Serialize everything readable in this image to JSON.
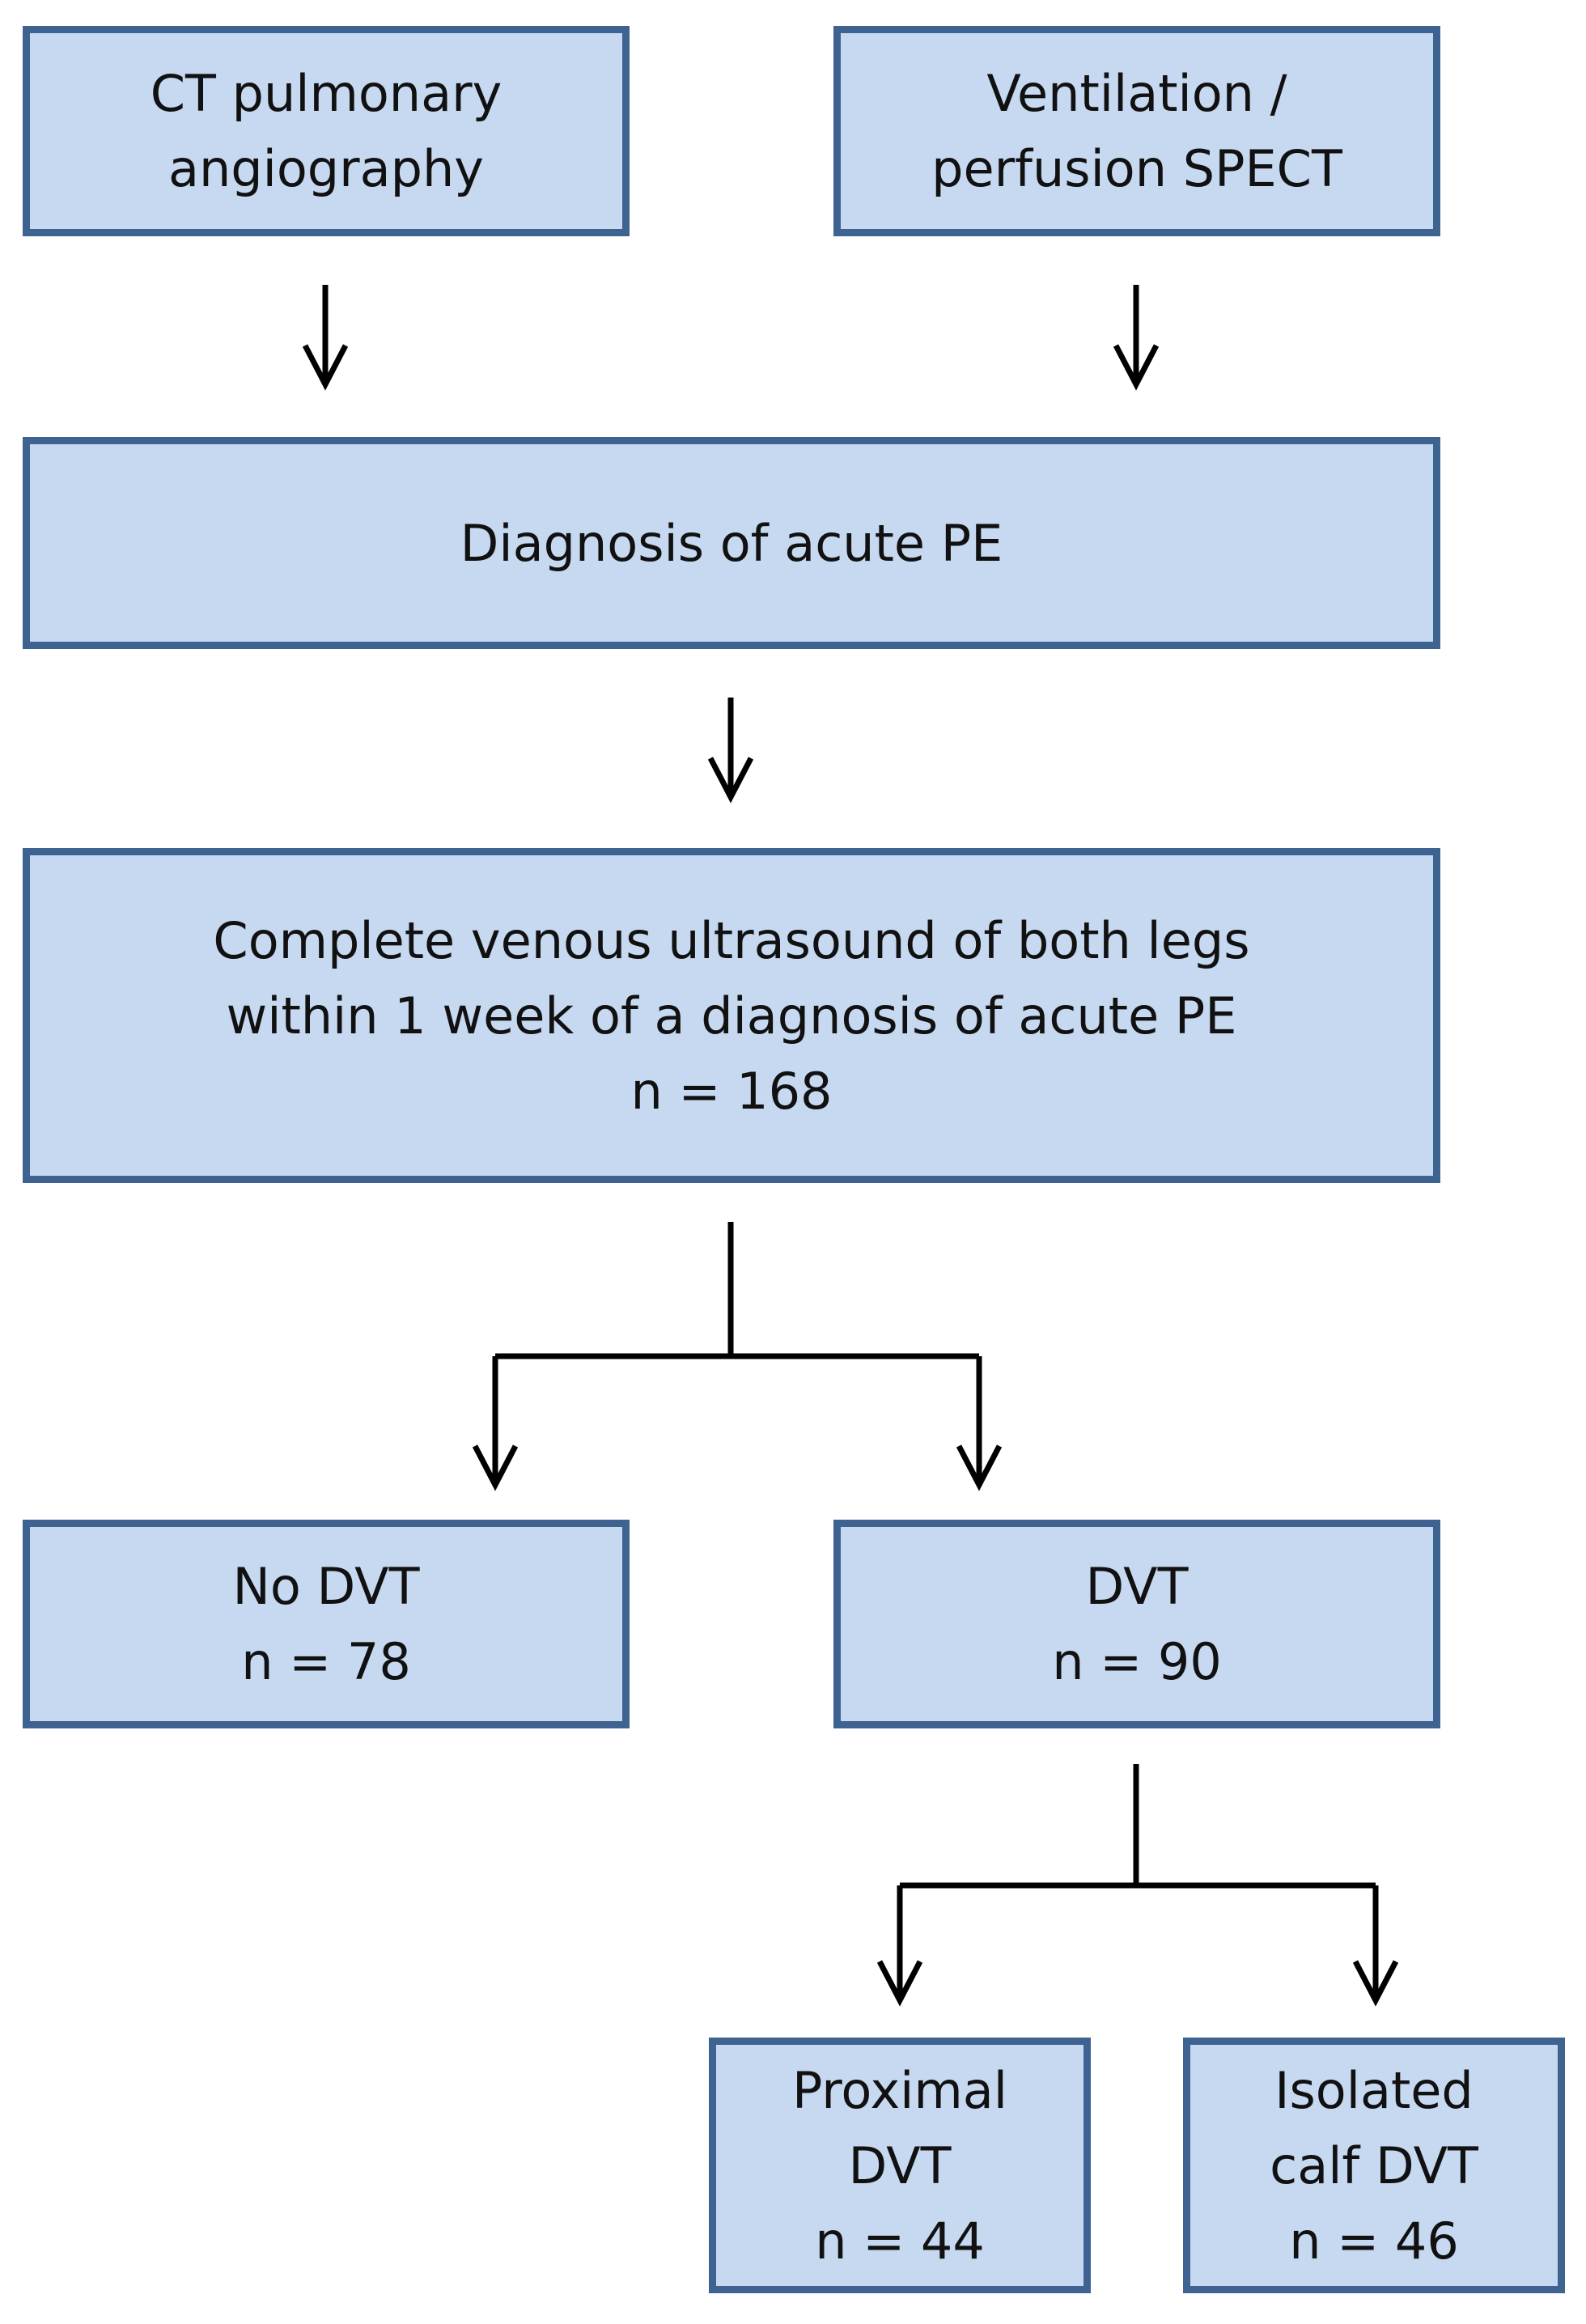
{
  "diagram": {
    "ct_box": {
      "line1": "CT pulmonary",
      "line2": "angiography"
    },
    "vq_box": {
      "line1": "Ventilation /",
      "line2": "perfusion SPECT"
    },
    "diagnosis_box": {
      "line1": "Diagnosis of acute PE"
    },
    "ultrasound_box": {
      "line1": "Complete venous ultrasound of both legs",
      "line2": "within 1 week of a diagnosis of acute PE",
      "line3": "n = 168"
    },
    "no_dvt_box": {
      "line1": "No DVT",
      "line2": "n = 78"
    },
    "dvt_box": {
      "line1": "DVT",
      "line2": "n = 90"
    },
    "proximal_box": {
      "line1": "Proximal",
      "line2": "DVT",
      "line3": "n = 44"
    },
    "calf_box": {
      "line1": "Isolated",
      "line2": "calf DVT",
      "line3": "n = 46"
    }
  },
  "colors": {
    "box_fill": "#c6d9f1",
    "box_border": "#3f6391",
    "arrow": "#000000"
  }
}
